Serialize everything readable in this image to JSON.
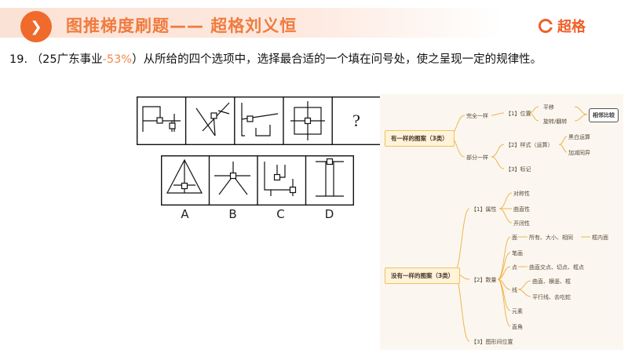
{
  "banner": {
    "title": "图推梯度刷题—— 超格刘义恒",
    "logo_glyph": "❯",
    "brand": "超格",
    "accent": "#ef6a2b"
  },
  "question": {
    "number": "19.",
    "source_prefix": "（25广东事业",
    "source_pct": "-53%",
    "source_suffix": "）",
    "text": "从所给的四个选项中，选择最合适的一个填在问号处，使之呈现一定的规律性。"
  },
  "figures": {
    "question_mark": "?",
    "options": [
      "A",
      "B",
      "C",
      "D"
    ]
  },
  "mindmap": {
    "root1": "有一样的图案（3类）",
    "complete_same": "完全一样",
    "position": "【1】位置",
    "translate": "平移",
    "rotate_flip": "旋转/翻转",
    "adjacent": "相邻比较",
    "partial_same": "部分一样",
    "style_op": "【2】样式（运算）",
    "bw_op": "黑白运算",
    "add_sub": "加减同异",
    "mark": "【3】标记",
    "root2": "没有一样的图案（3类）",
    "attribute": "【1】属性",
    "symmetry": "对称性",
    "curve_straight": "曲直性",
    "open_closed": "开闭性",
    "face": "面",
    "face_detail": "所有、大小、相同",
    "frame_inner": "框内面",
    "stroke": "笔画",
    "quantity": "【2】数量",
    "point": "点",
    "point_detail": "曲直交点、切点、框点",
    "line": "线",
    "line_detail1": "曲直、横竖、框",
    "line_detail2": "平行线、去吃蛇",
    "element": "元素",
    "right_angle": "直角",
    "position_between": "【3】图形间位置"
  }
}
